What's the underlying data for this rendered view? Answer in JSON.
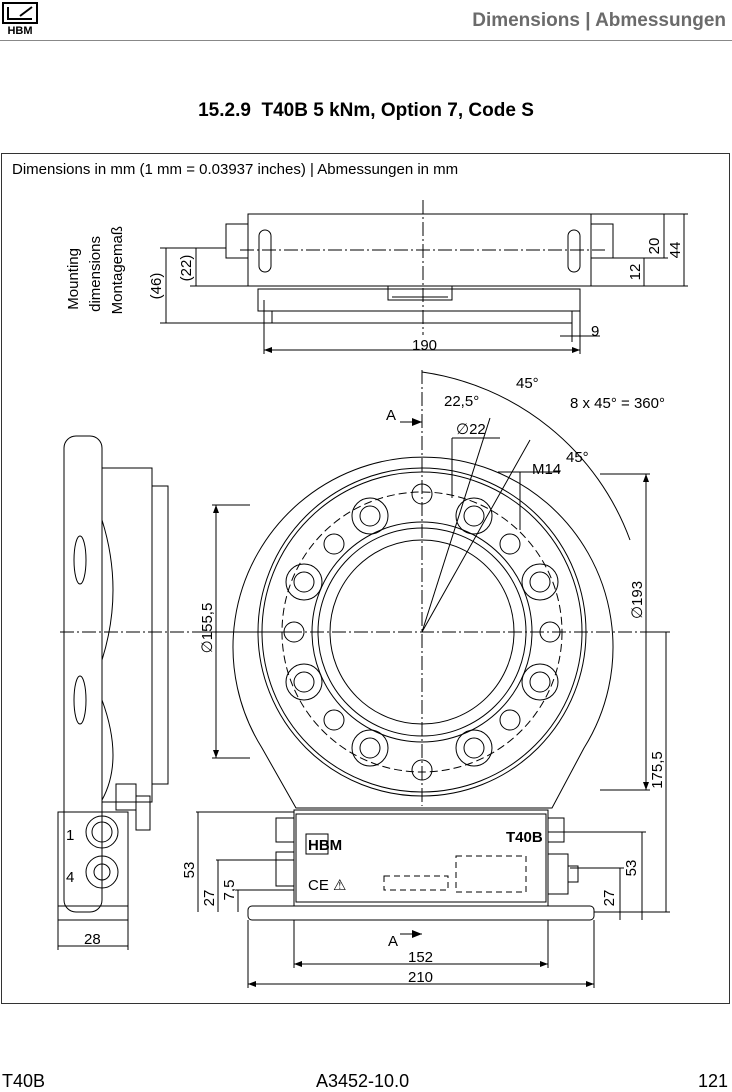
{
  "header": {
    "logo_text": "HBM",
    "title": "Dimensions | Abmessungen"
  },
  "section": {
    "number": "15.2.9",
    "title": "T40B 5 kNm, Option 7, Code S"
  },
  "frame_caption": "Dimensions in mm (1 mm = 0.03937 inches) | Abmessungen in mm",
  "dims": {
    "mounting_1": "Mounting",
    "mounting_2": "dimensions",
    "mounting_3": "Montagemaß",
    "d22_paren": "(22)",
    "d46_paren": "(46)",
    "d20": "20",
    "d44": "44",
    "d12": "12",
    "d9": "9",
    "d190": "190",
    "ang45a": "45°",
    "ang22_5": "22,5°",
    "pattern": "8 x 45° = 360°",
    "dia22": "∅22",
    "ang45b": "45°",
    "m14": "M14",
    "section_a": "A",
    "dia155_5": "∅155,5",
    "dia193": "∅193",
    "d175_5": "175,5",
    "d53_left": "53",
    "d27_left": "27",
    "d7_5": "7,5",
    "d53_right": "53",
    "d27_right": "27",
    "d28": "28",
    "d152": "152",
    "d210": "210",
    "conn1": "1",
    "conn4": "4",
    "housing_label": "T40B",
    "housing_logo": "HBM",
    "ce_mark": "CE ⚠"
  },
  "footer": {
    "left": "T40B",
    "center": "A3452-10.0",
    "right": "121"
  }
}
